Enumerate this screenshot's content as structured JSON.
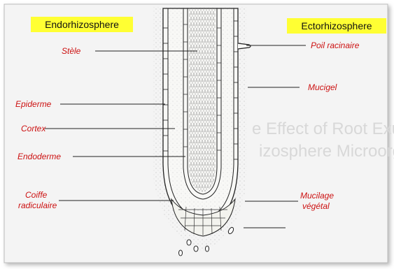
{
  "header": {
    "left_label": "Endorhizosphere",
    "right_label": "Ectorhizosphere",
    "label_background": "#ffff33"
  },
  "labels": {
    "stele": "Stèle",
    "epiderme": "Epiderme",
    "cortex": "Cortex",
    "endoderme": "Endoderme",
    "coiffe_line1": "Coiffe",
    "coiffe_line2": "radiculaire",
    "poil": "Poil racinaire",
    "mucigel": "Mucigel",
    "mucilage_line1": "Mucilage",
    "mucilage_line2": "végétal"
  },
  "watermark": {
    "line1": "e Effect of Root Exudation on",
    "line2": "izosphere Microorganisms"
  },
  "colors": {
    "label_text": "#cc1111",
    "frame_background": "#f4f4f4",
    "ink": "#222222"
  }
}
